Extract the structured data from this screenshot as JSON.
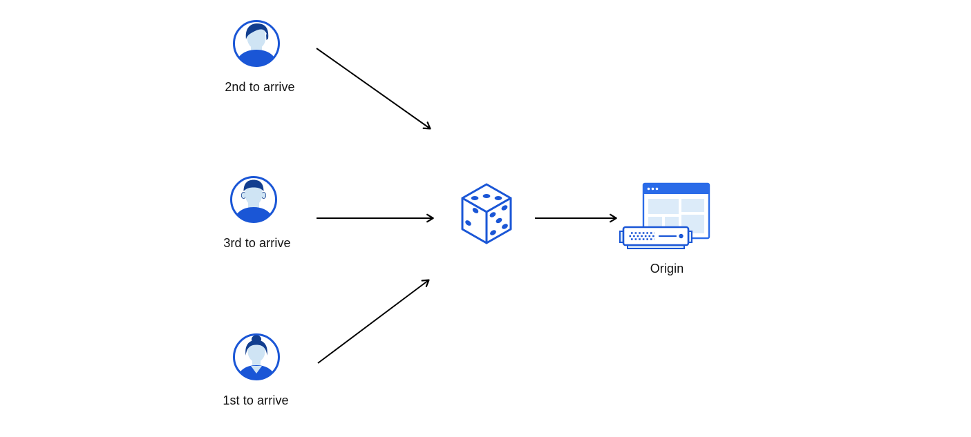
{
  "diagram": {
    "description": "Three visitors arriving in different order are routed randomly (dice) to an origin server",
    "nodes": {
      "visitor_top": {
        "label": "2nd to arrive",
        "icon": "male-avatar"
      },
      "visitor_middle": {
        "label": "3rd to arrive",
        "icon": "male-flattop-avatar"
      },
      "visitor_bottom": {
        "label": "1st to arrive",
        "icon": "female-avatar"
      },
      "randomizer": {
        "icon": "dice",
        "top_face_pips": 3,
        "left_face_pips": 2,
        "right_face_pips": 5
      },
      "origin": {
        "label": "Origin",
        "icon": "origin-server-window"
      }
    },
    "edges": [
      {
        "from": "visitor_top",
        "to": "randomizer"
      },
      {
        "from": "visitor_middle",
        "to": "randomizer"
      },
      {
        "from": "visitor_bottom",
        "to": "randomizer"
      },
      {
        "from": "randomizer",
        "to": "origin"
      }
    ],
    "colors": {
      "icon_blue": "#1a56d6",
      "window_blue": "#2a6be8",
      "dark_navy": "#123e8f",
      "skin_light_blue": "#cfe4f4",
      "panel_light_blue": "#dcebf9",
      "arrow_black": "#000000",
      "label_text": "#111111",
      "background": "#ffffff"
    }
  }
}
